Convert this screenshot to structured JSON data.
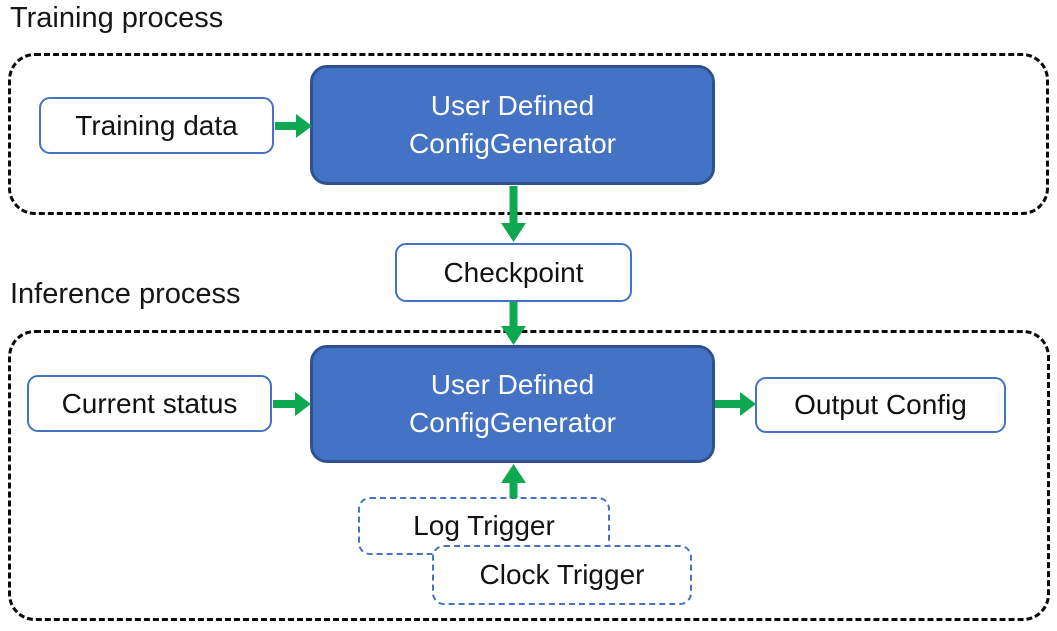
{
  "colors": {
    "box_fill_blue": "#4472C4",
    "box_border_dark_blue": "#2F528F",
    "outline_blue": "#4472C4",
    "arrow_green": "#0DA84F",
    "region_dash_black": "#0A0A0A",
    "text_dark": "#121212",
    "text_white": "#FFFFFF"
  },
  "training": {
    "label": "Training process",
    "input_label": "Training data",
    "generator_label": "User Defined\nConfigGenerator"
  },
  "checkpoint_label": "Checkpoint",
  "inference": {
    "label": "Inference process",
    "input_label": "Current status",
    "generator_label": "User Defined\nConfigGenerator",
    "output_label": "Output Config",
    "log_trigger_label": "Log Trigger",
    "clock_trigger_label": "Clock Trigger"
  }
}
